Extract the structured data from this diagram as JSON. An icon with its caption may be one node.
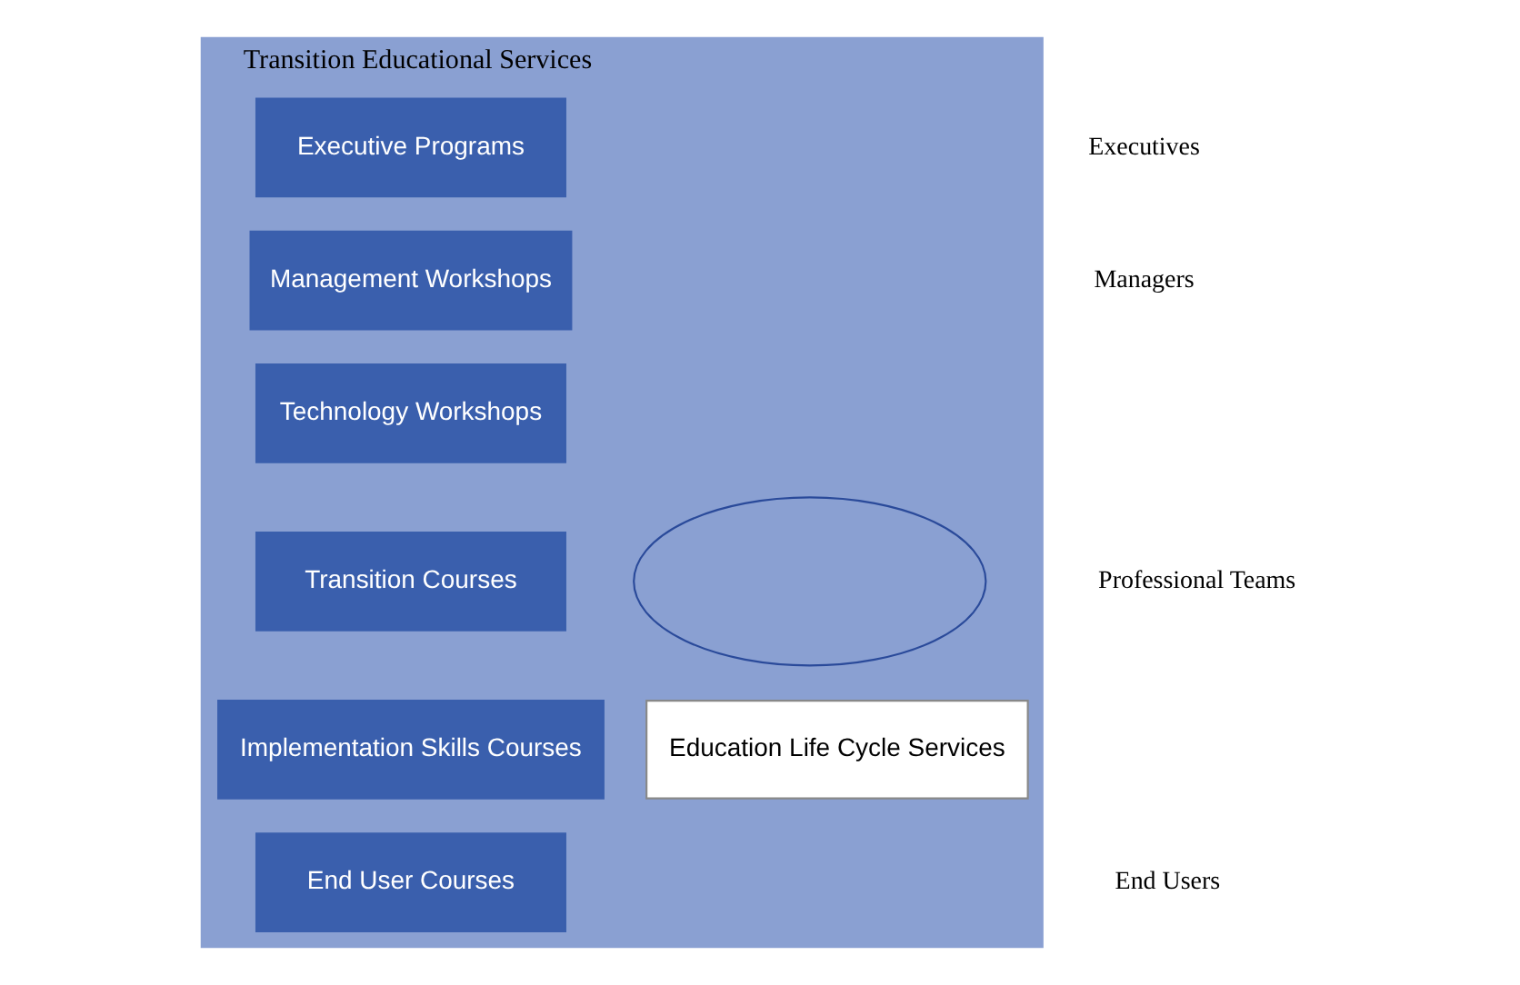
{
  "diagram": {
    "nodes": [
      {
        "text": [
          "Transition Educational Services"
        ]
      },
      {
        "text": [
          "Executive Programs"
        ],
        "in": 0
      },
      {
        "text": [
          "Management Workshops"
        ],
        "in": 0
      },
      {
        "text": [
          "Technology Workshops"
        ],
        "in": 0
      },
      {
        "text": [
          "Transition Courses"
        ],
        "in": 0
      },
      {
        "text": [
          "Implementation Skills Courses"
        ],
        "in": 0
      },
      {
        "text": [
          "End User Courses"
        ],
        "in": 0
      },
      {
        "text": [
          "Education Life Cycle Services"
        ],
        "in": 0
      },
      {
        "text": [],
        "shape": "ellipse",
        "in": 0
      }
    ],
    "edges": [],
    "labels": [
      "Executives",
      "Managers",
      "Professional Teams",
      "End Users"
    ]
  }
}
